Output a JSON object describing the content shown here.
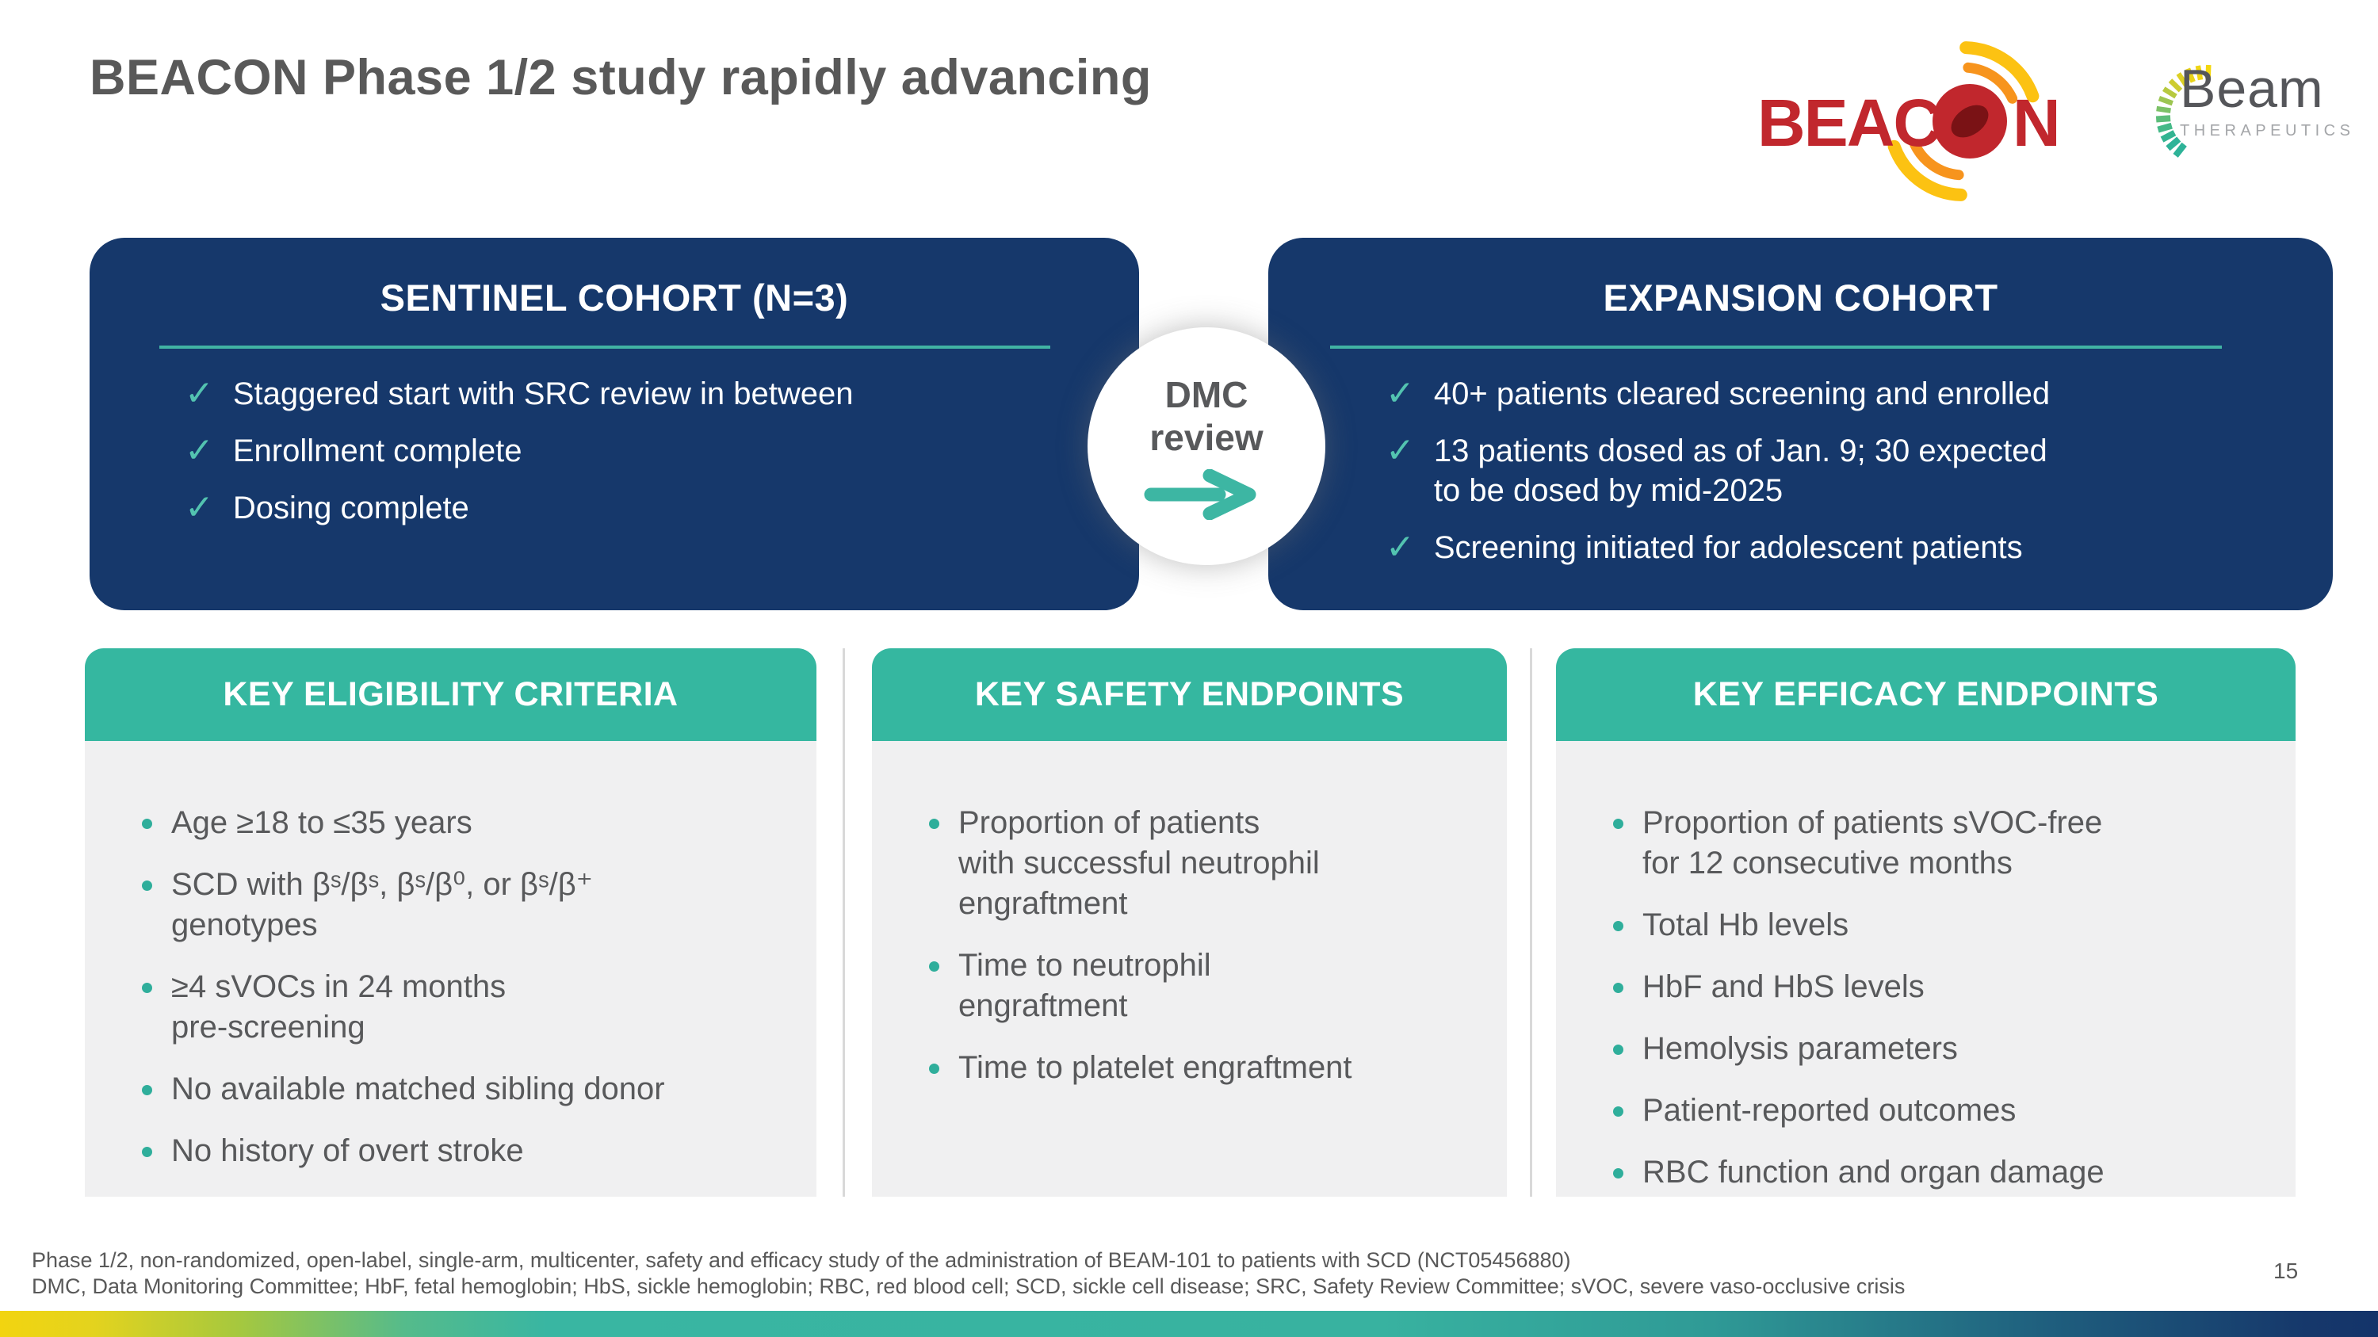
{
  "slide": {
    "title": "BEACON Phase 1/2 study rapidly advancing",
    "page_number": "15"
  },
  "logos": {
    "beacon": {
      "word_start": "BEAC",
      "word_end": "N"
    },
    "beam": {
      "name": "Beam",
      "subtitle": "THERAPEUTICS"
    }
  },
  "icons": {
    "check": "✓"
  },
  "dmc_badge": {
    "line1": "DMC",
    "line2": "review"
  },
  "sentinel": {
    "title": "SENTINEL COHORT (N=3)",
    "items": [
      [
        "Staggered start with SRC review in between"
      ],
      [
        "Enrollment complete"
      ],
      [
        "Dosing complete"
      ]
    ]
  },
  "expansion": {
    "title": "EXPANSION COHORT",
    "items": [
      [
        "40+ patients cleared screening and enrolled"
      ],
      [
        "13 patients dosed as of Jan. 9; 30 expected",
        "to be dosed by mid-2025"
      ],
      [
        "Screening initiated for adolescent patients"
      ]
    ]
  },
  "cards": [
    {
      "title": "KEY ELIGIBILITY CRITERIA",
      "bullets": [
        [
          "Age ≥18 to ≤35 years"
        ],
        [
          "SCD with βˢ/βˢ, βˢ/β⁰, or βˢ/β⁺",
          "genotypes"
        ],
        [
          "≥4 sVOCs in 24 months",
          "pre-screening"
        ],
        [
          "No available matched sibling donor"
        ],
        [
          "No history of overt stroke"
        ]
      ]
    },
    {
      "title": "KEY SAFETY ENDPOINTS",
      "bullets": [
        [
          "Proportion of patients",
          "with successful neutrophil",
          "engraftment"
        ],
        [
          "Time to neutrophil",
          "engraftment"
        ],
        [
          "Time to platelet engraftment"
        ]
      ]
    },
    {
      "title": "KEY EFFICACY ENDPOINTS",
      "bullets": [
        [
          "Proportion of patients sVOC-free",
          "for 12 consecutive months"
        ],
        [
          "Total Hb levels"
        ],
        [
          "HbF and HbS levels"
        ],
        [
          "Hemolysis parameters"
        ],
        [
          "Patient-reported outcomes"
        ],
        [
          "RBC function and organ damage"
        ]
      ]
    }
  ],
  "footer": {
    "line1": "Phase 1/2, non-randomized, open-label, single-arm, multicenter, safety and efficacy study of the administration of BEAM-101 to patients with SCD (NCT05456880)",
    "line2": "DMC, Data Monitoring Committee; HbF, fetal hemoglobin; HbS, sickle hemoglobin; RBC, red blood cell; SCD, sickle cell disease; SRC, Safety Review Committee; sVOC, severe vaso-occlusive crisis"
  },
  "colors": {
    "navy": "#16386b",
    "teal_header": "#35b7a0",
    "teal_accent": "#41b3a3",
    "check_teal": "#53c3b0",
    "card_body_gray": "#f0f0f1",
    "text_gray": "#58595b",
    "title_gray": "#595959",
    "beacon_red": "#c1272d",
    "arc_orange": "#f7941d",
    "arc_yellow": "#fcc212"
  }
}
